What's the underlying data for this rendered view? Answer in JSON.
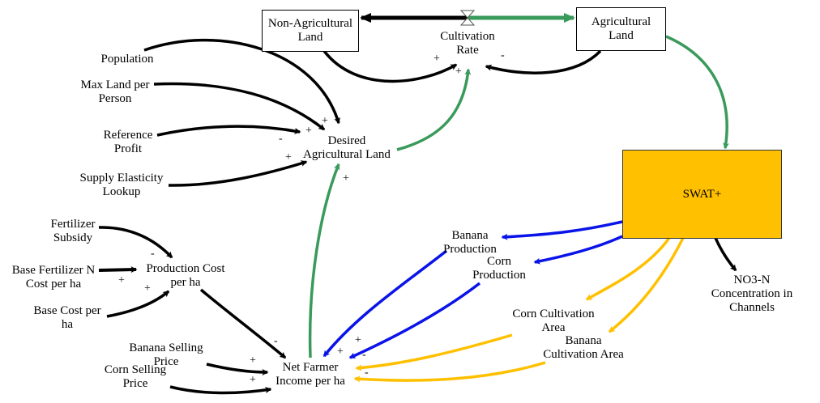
{
  "colors": {
    "black": "#000000",
    "green": "#3A9A5B",
    "blue": "#0A14E8",
    "gold": "#FFC000",
    "swat_fill": "#FFC000"
  },
  "stocks": {
    "non_ag": [
      "Non-Agricultural",
      "Land"
    ],
    "ag": [
      "Agricultural",
      "Land"
    ],
    "swat": "SWAT+"
  },
  "flow": {
    "label": [
      "Cultivation",
      "Rate"
    ],
    "valve_icon": "hourglass-valve"
  },
  "variables": {
    "population": [
      "Population"
    ],
    "max_land": [
      "Max Land per",
      "Person"
    ],
    "ref_profit": [
      "Reference",
      "Profit"
    ],
    "supply_elast": [
      "Supply Elasticity",
      "Lookup"
    ],
    "desired_ag": [
      "Desired",
      "Agricultural Land"
    ],
    "fert_subsidy": [
      "Fertilizer",
      "Subsidy"
    ],
    "base_fert": [
      "Base Fertilizer N",
      "Cost per ha"
    ],
    "base_cost": [
      "Base Cost per",
      "ha"
    ],
    "prod_cost": [
      "Production Cost",
      "per ha"
    ],
    "banana_price": [
      "Banana Selling",
      "Price"
    ],
    "corn_price": [
      "Corn Selling",
      "Price"
    ],
    "net_income": [
      "Net Farmer",
      "Income per ha"
    ],
    "banana_prod": [
      "Banana",
      "Production"
    ],
    "corn_prod": [
      "Corn",
      "Production"
    ],
    "corn_area": [
      "Corn Cultivation",
      "Area"
    ],
    "banana_area": [
      "Banana",
      "Cultivation Area"
    ],
    "no3": [
      "NO3-N",
      "Concentration in",
      "Channels"
    ]
  },
  "links": [
    {
      "from": "non_ag",
      "to": "cultivation_rate",
      "polarity": "+",
      "color": "black"
    },
    {
      "from": "ag",
      "to": "cultivation_rate",
      "polarity": "-",
      "color": "black"
    },
    {
      "from": "desired_ag",
      "to": "cultivation_rate",
      "polarity": "+",
      "color": "green"
    },
    {
      "from": "population",
      "to": "desired_ag",
      "polarity": "+",
      "color": "black"
    },
    {
      "from": "max_land",
      "to": "desired_ag",
      "polarity": "+",
      "color": "black"
    },
    {
      "from": "ref_profit",
      "to": "desired_ag",
      "polarity": "-",
      "color": "black"
    },
    {
      "from": "supply_elast",
      "to": "desired_ag",
      "polarity": "+",
      "color": "black"
    },
    {
      "from": "net_income",
      "to": "desired_ag",
      "polarity": "+",
      "color": "green"
    },
    {
      "from": "ag",
      "to": "swat",
      "polarity": "",
      "color": "green"
    },
    {
      "from": "fert_subsidy",
      "to": "prod_cost",
      "polarity": "-",
      "color": "black"
    },
    {
      "from": "base_fert",
      "to": "prod_cost",
      "polarity": "+",
      "color": "black"
    },
    {
      "from": "base_cost",
      "to": "prod_cost",
      "polarity": "+",
      "color": "black"
    },
    {
      "from": "prod_cost",
      "to": "net_income",
      "polarity": "-",
      "color": "black"
    },
    {
      "from": "banana_price",
      "to": "net_income",
      "polarity": "+",
      "color": "black"
    },
    {
      "from": "corn_price",
      "to": "net_income",
      "polarity": "+",
      "color": "black"
    },
    {
      "from": "swat",
      "to": "banana_prod",
      "polarity": "",
      "color": "blue"
    },
    {
      "from": "swat",
      "to": "corn_prod",
      "polarity": "",
      "color": "blue"
    },
    {
      "from": "banana_prod",
      "to": "net_income",
      "polarity": "+",
      "color": "blue"
    },
    {
      "from": "corn_prod",
      "to": "net_income",
      "polarity": "+",
      "color": "blue"
    },
    {
      "from": "swat",
      "to": "corn_area",
      "polarity": "",
      "color": "gold"
    },
    {
      "from": "swat",
      "to": "banana_area",
      "polarity": "",
      "color": "gold"
    },
    {
      "from": "corn_area",
      "to": "net_income",
      "polarity": "-",
      "color": "gold"
    },
    {
      "from": "banana_area",
      "to": "net_income",
      "polarity": "-",
      "color": "gold"
    },
    {
      "from": "swat",
      "to": "no3",
      "polarity": "",
      "color": "black"
    }
  ],
  "polarity_marks": {
    "plus": "+",
    "minus": "-"
  }
}
